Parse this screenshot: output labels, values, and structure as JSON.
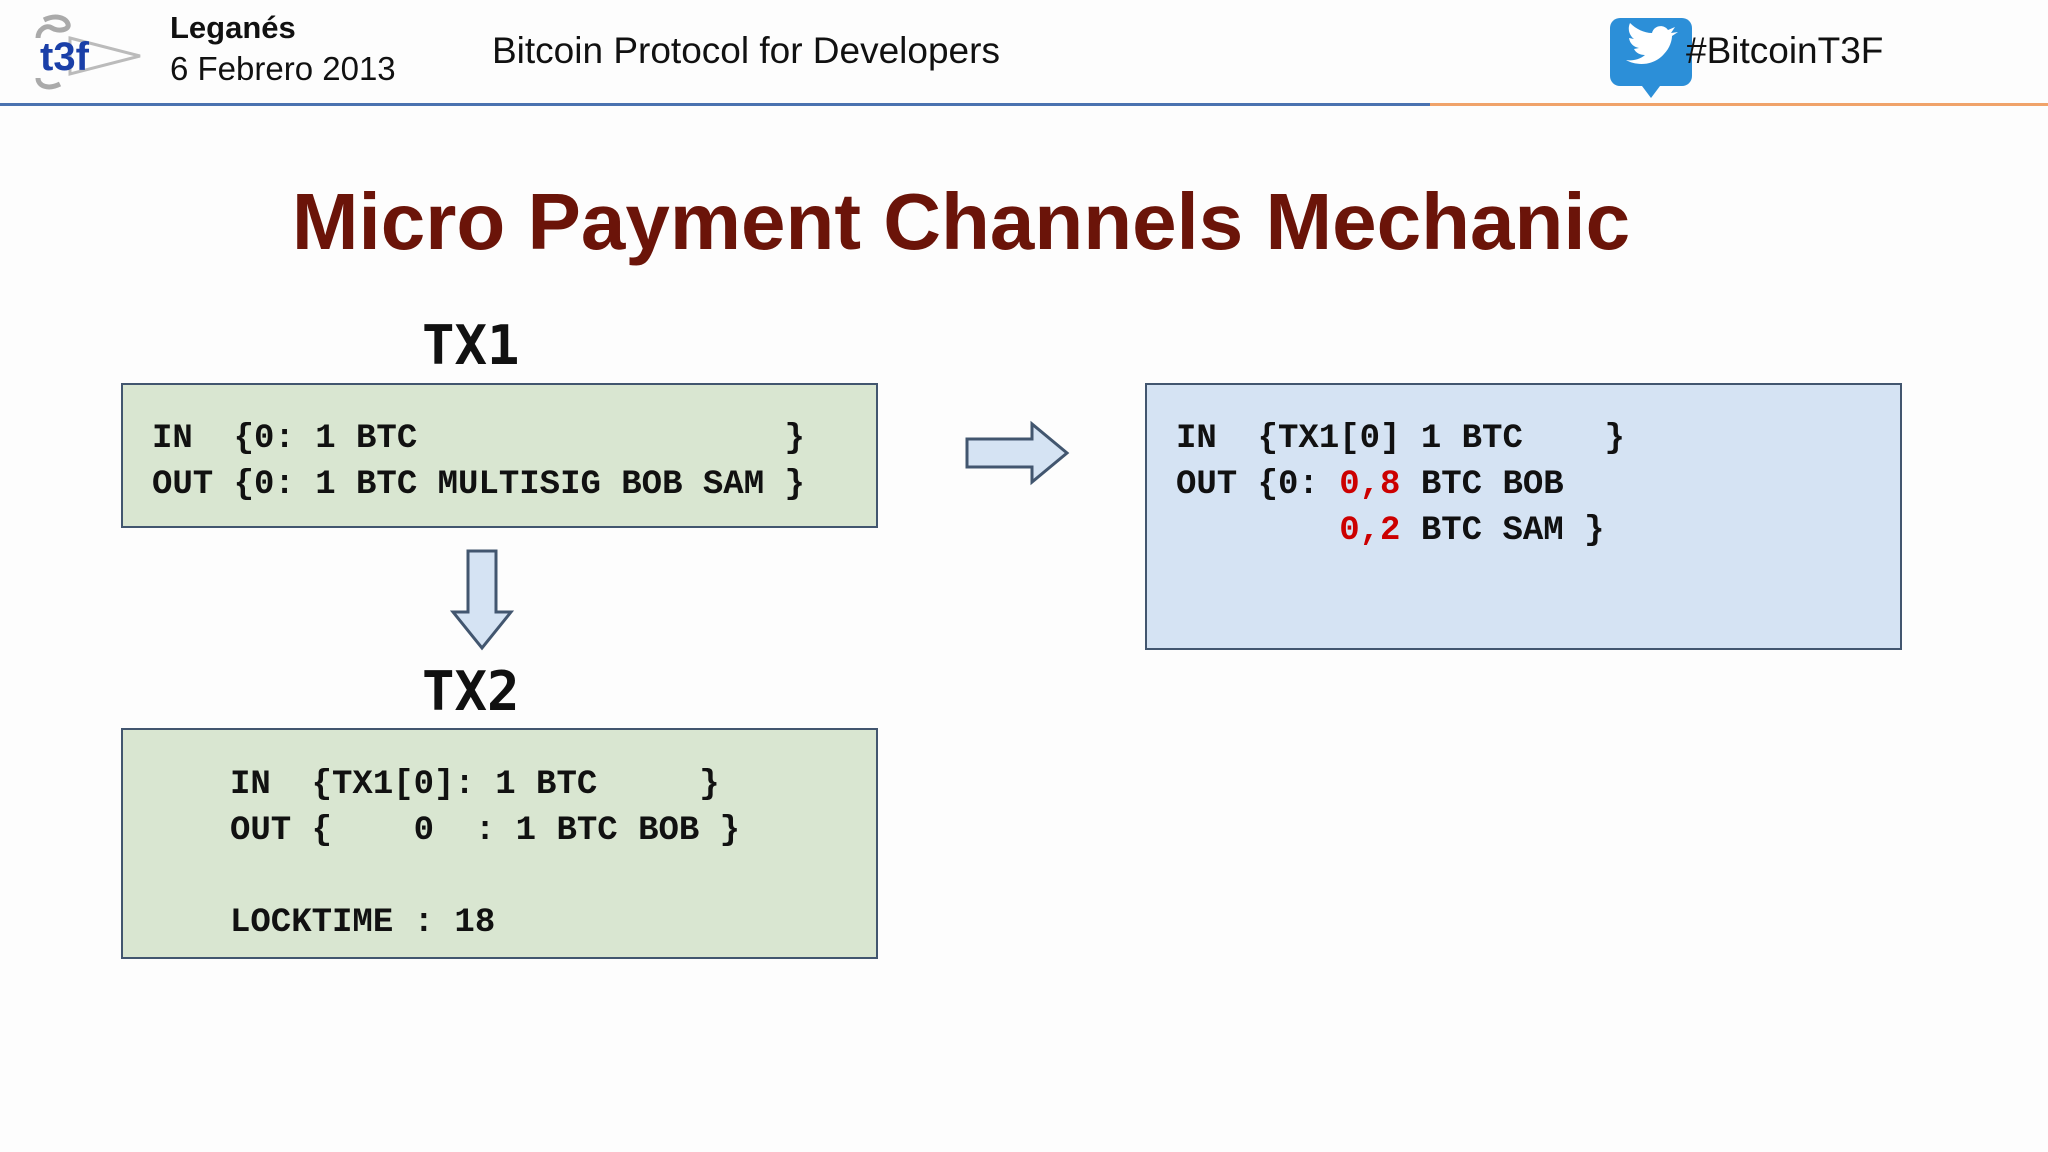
{
  "header": {
    "logo_text": "t3f",
    "location": "Leganés",
    "date": "6 Febrero 2013",
    "talk_title": "Bitcoin Protocol for Developers",
    "hashtag": "#BitcoinT3F",
    "icon": "twitter-bird-icon"
  },
  "slide": {
    "title": "Micro Payment Channels Mechanic"
  },
  "tx1": {
    "label": "TX1",
    "lines": [
      "IN  {0: 1 BTC                  }",
      "OUT {0: 1 BTC MULTISIG BOB SAM }"
    ]
  },
  "tx2": {
    "label": "TX2",
    "lines": [
      "IN  {TX1[0]: 1 BTC     }",
      "OUT {    0  : 1 BTC BOB }",
      "",
      "LOCKTIME : 18"
    ]
  },
  "refund": {
    "line1": "IN  {TX1[0] 1 BTC    }",
    "line2_prefix": "OUT {0: ",
    "amount_bob": "0,8",
    "line2_suffix": " BTC BOB",
    "line3_prefix": "        ",
    "amount_sam": "0,2",
    "line3_suffix": " BTC SAM }"
  },
  "colors": {
    "title": "#6b1409",
    "tx_box_fill": "#d9e6d1",
    "refund_box_fill": "#d5e3f3",
    "amount_highlight": "#cc0000",
    "rule_blue": "#4a72b0",
    "rule_orange": "#f0a36a"
  }
}
